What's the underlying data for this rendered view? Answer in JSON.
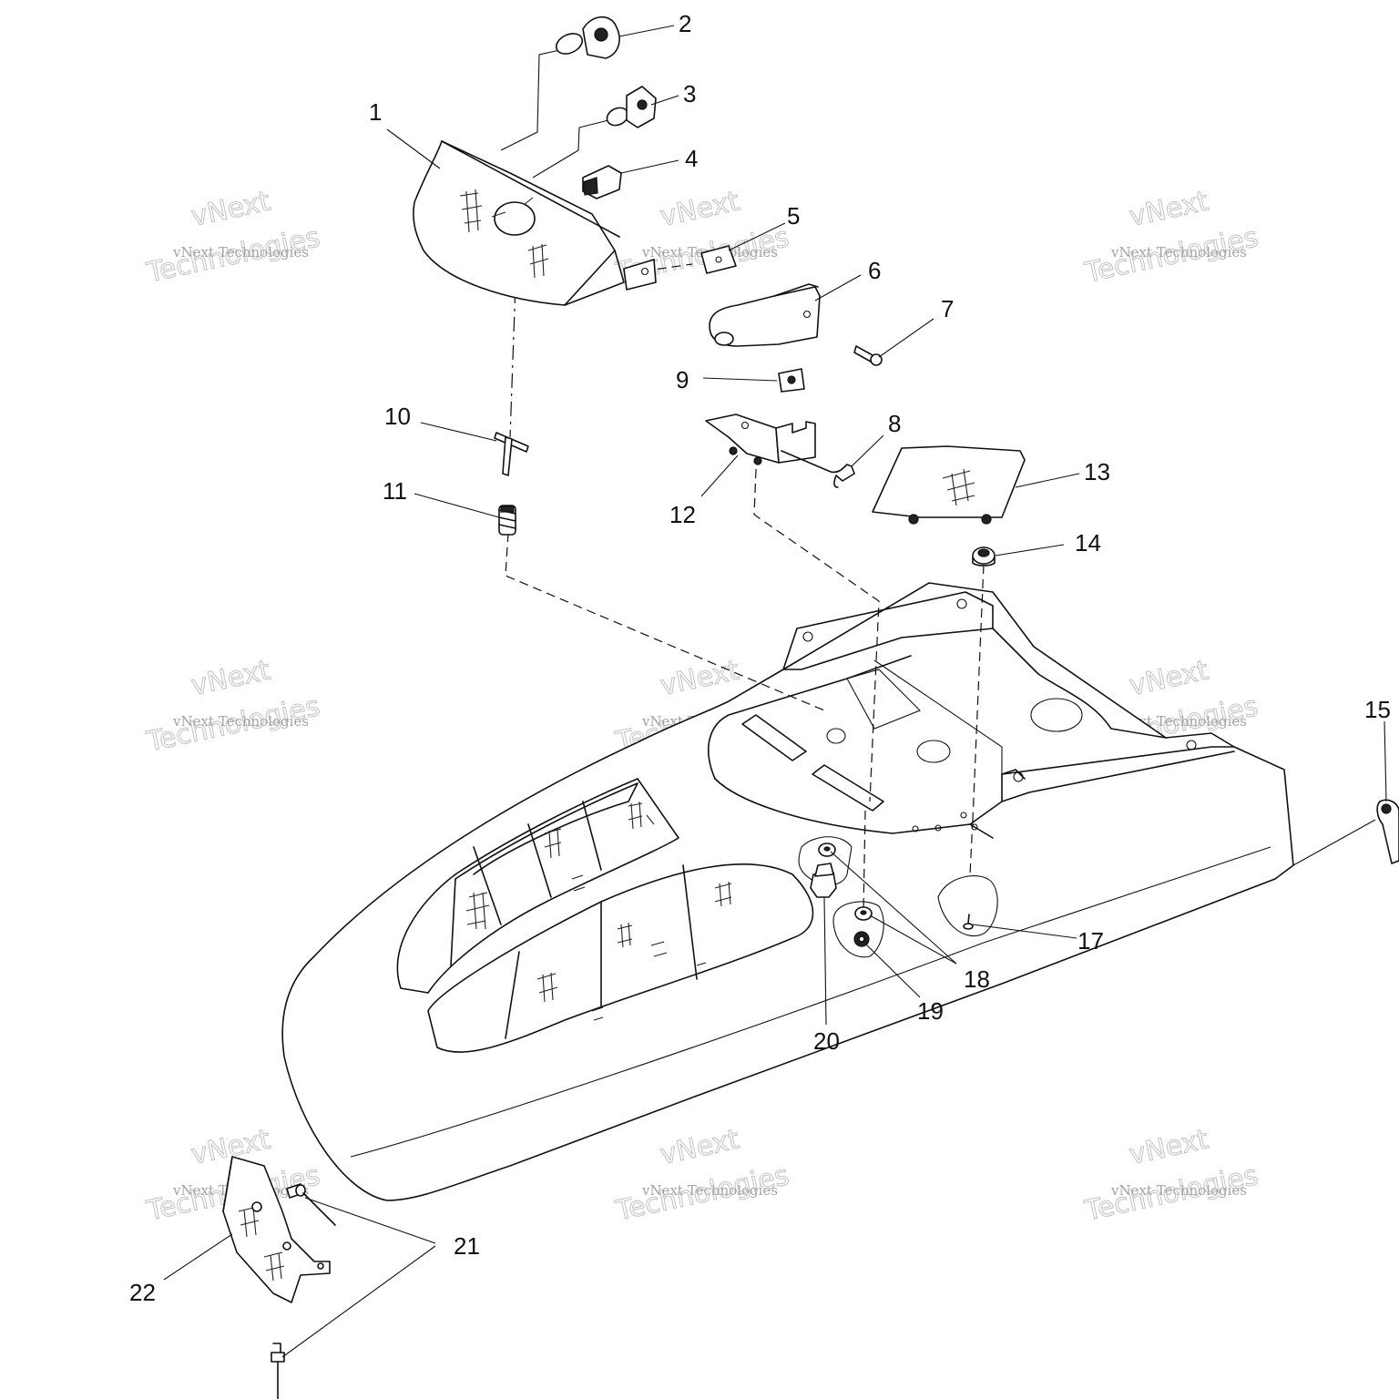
{
  "watermark": {
    "line1": "vNext",
    "line2": "vNext Technologies",
    "line3": "Technologies"
  },
  "callouts": [
    {
      "id": "1",
      "label": "1"
    },
    {
      "id": "2",
      "label": "2"
    },
    {
      "id": "3",
      "label": "3"
    },
    {
      "id": "4",
      "label": "4"
    },
    {
      "id": "5",
      "label": "5"
    },
    {
      "id": "6",
      "label": "6"
    },
    {
      "id": "7",
      "label": "7"
    },
    {
      "id": "8",
      "label": "8"
    },
    {
      "id": "9",
      "label": "9"
    },
    {
      "id": "10",
      "label": "10"
    },
    {
      "id": "11",
      "label": "11"
    },
    {
      "id": "12",
      "label": "12"
    },
    {
      "id": "13",
      "label": "13"
    },
    {
      "id": "14",
      "label": "14"
    },
    {
      "id": "15",
      "label": "15"
    },
    {
      "id": "17",
      "label": "17"
    },
    {
      "id": "18",
      "label": "18"
    },
    {
      "id": "19",
      "label": "19"
    },
    {
      "id": "20",
      "label": "20"
    },
    {
      "id": "21",
      "label": "21"
    },
    {
      "id": "22",
      "label": "22"
    }
  ]
}
